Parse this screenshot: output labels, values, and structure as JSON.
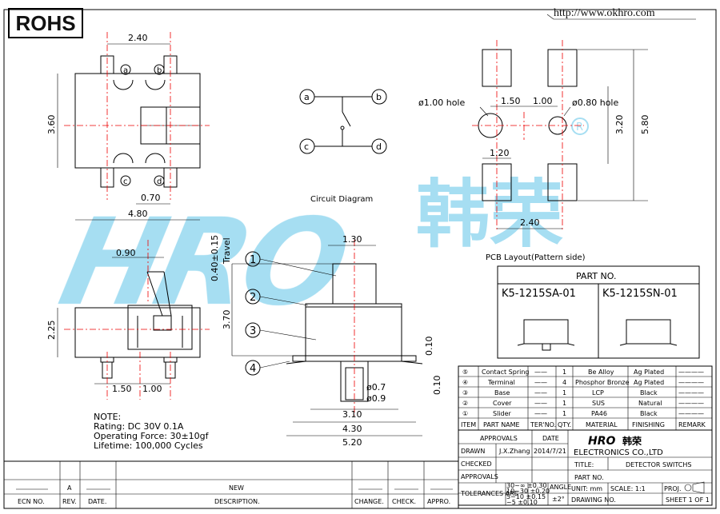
{
  "header": {
    "rohs": "ROHS",
    "url": "http://www.okhro.com"
  },
  "top_view": {
    "dim_2_40": "2.40",
    "dim_3_60": "3.60",
    "dim_0_70": "0.70",
    "dim_4_80": "4.80",
    "pins": [
      "a",
      "b",
      "c",
      "d"
    ]
  },
  "circuit": {
    "caption": "Circuit Diagram",
    "nodes": [
      "a",
      "b",
      "c",
      "d"
    ]
  },
  "pcb": {
    "hole1": "ø1.00 hole",
    "hole2": "ø0.80 hole",
    "dim_1_50": "1.50",
    "dim_1_00": "1.00",
    "dim_3_20": "3.20",
    "dim_5_80": "5.80",
    "dim_1_20": "1.20",
    "dim_2_40": "2.40",
    "caption": "PCB Layout(Pattern side)"
  },
  "side_view": {
    "dim_0_90": "0.90",
    "dim_2_25": "2.25",
    "dim_1_50": "1.50",
    "dim_1_00": "1.00"
  },
  "front_view": {
    "travel": "0.40±0.15",
    "travel_label": "Travel",
    "dim_1_30": "1.30",
    "dim_3_70": "3.70",
    "dim_0_10a": "0.10",
    "dim_0_10b": "0.10",
    "dim_d07": "ø0.7",
    "dim_d09": "ø0.9",
    "dim_3_10": "3.10",
    "dim_4_30": "4.30",
    "dim_5_20": "5.20",
    "callouts": [
      "1",
      "2",
      "3",
      "4"
    ]
  },
  "notes": {
    "title": "NOTE:",
    "rating": "Rating: DC 30V 0.1A",
    "force": "Operating Force: 30±10gf",
    "life": "Lifetime: 100,000 Cycles"
  },
  "part_no": {
    "title": "PART NO.",
    "p1": "K5-1215SA-01",
    "p2": "K5-1215SN-01"
  },
  "bom": {
    "rows": [
      {
        "item": "⑤",
        "name": "Contact Spring",
        "ter": "——",
        "qty": "1",
        "mat": "Be Alloy",
        "fin": "Ag Plated",
        "rem": "————"
      },
      {
        "item": "④",
        "name": "Terminal",
        "ter": "——",
        "qty": "4",
        "mat": "Phosphor Bronze",
        "fin": "Ag Plated",
        "rem": "————"
      },
      {
        "item": "③",
        "name": "Base",
        "ter": "——",
        "qty": "1",
        "mat": "LCP",
        "fin": "Black",
        "rem": "————"
      },
      {
        "item": "②",
        "name": "Cover",
        "ter": "——",
        "qty": "1",
        "mat": "SUS",
        "fin": "Natural",
        "rem": "————"
      },
      {
        "item": "①",
        "name": "Slider",
        "ter": "——",
        "qty": "1",
        "mat": "PA46",
        "fin": "Black",
        "rem": "————"
      }
    ],
    "headers": {
      "item": "ITEM",
      "name": "PART NAME",
      "ter": "TER'NO.",
      "qty": "QTY.",
      "mat": "MATERIAL",
      "fin": "FINISHING",
      "rem": "REMARK"
    }
  },
  "title_block": {
    "approvals": "APPROVALS",
    "date": "DATE",
    "drawn": "DRAWN",
    "drawn_by": "J.X.Zhang",
    "drawn_date": "2014/7/21",
    "checked": "CHECKED",
    "approvals2": "APPROVALS",
    "tolerances": "TOLERANCES ARE",
    "tol_rows": [
      "30~∞ ±0.30",
      "10~30 ±0.20",
      "5~10 ±0.15",
      "~5 ±0.10"
    ],
    "angle": "ANGLE",
    "angle_val": "±2°",
    "company": "ELECTRONICS CO.,LTD",
    "logo": "HRO",
    "logo_cn": "韩荣",
    "title_label": "TITLE:",
    "title": "DETECTOR SWITCHS",
    "part_no": "PART NO.",
    "unit": "UNIT: mm",
    "scale": "SCALE: 1:1",
    "proj": "PROJ.",
    "drawing_no": "DRAWING NO.",
    "sheet": "SHEET  1 OF 1"
  },
  "revision": {
    "ecn": "ECN NO.",
    "rev": "REV.",
    "date": "DATE.",
    "desc": "DESCRIPTION.",
    "change": "CHANGE.",
    "check": "CHECK.",
    "appro": "APPRO.",
    "rev_val": "A",
    "desc_val": "NEW"
  },
  "watermark": {
    "text": "HRO韩荣"
  }
}
